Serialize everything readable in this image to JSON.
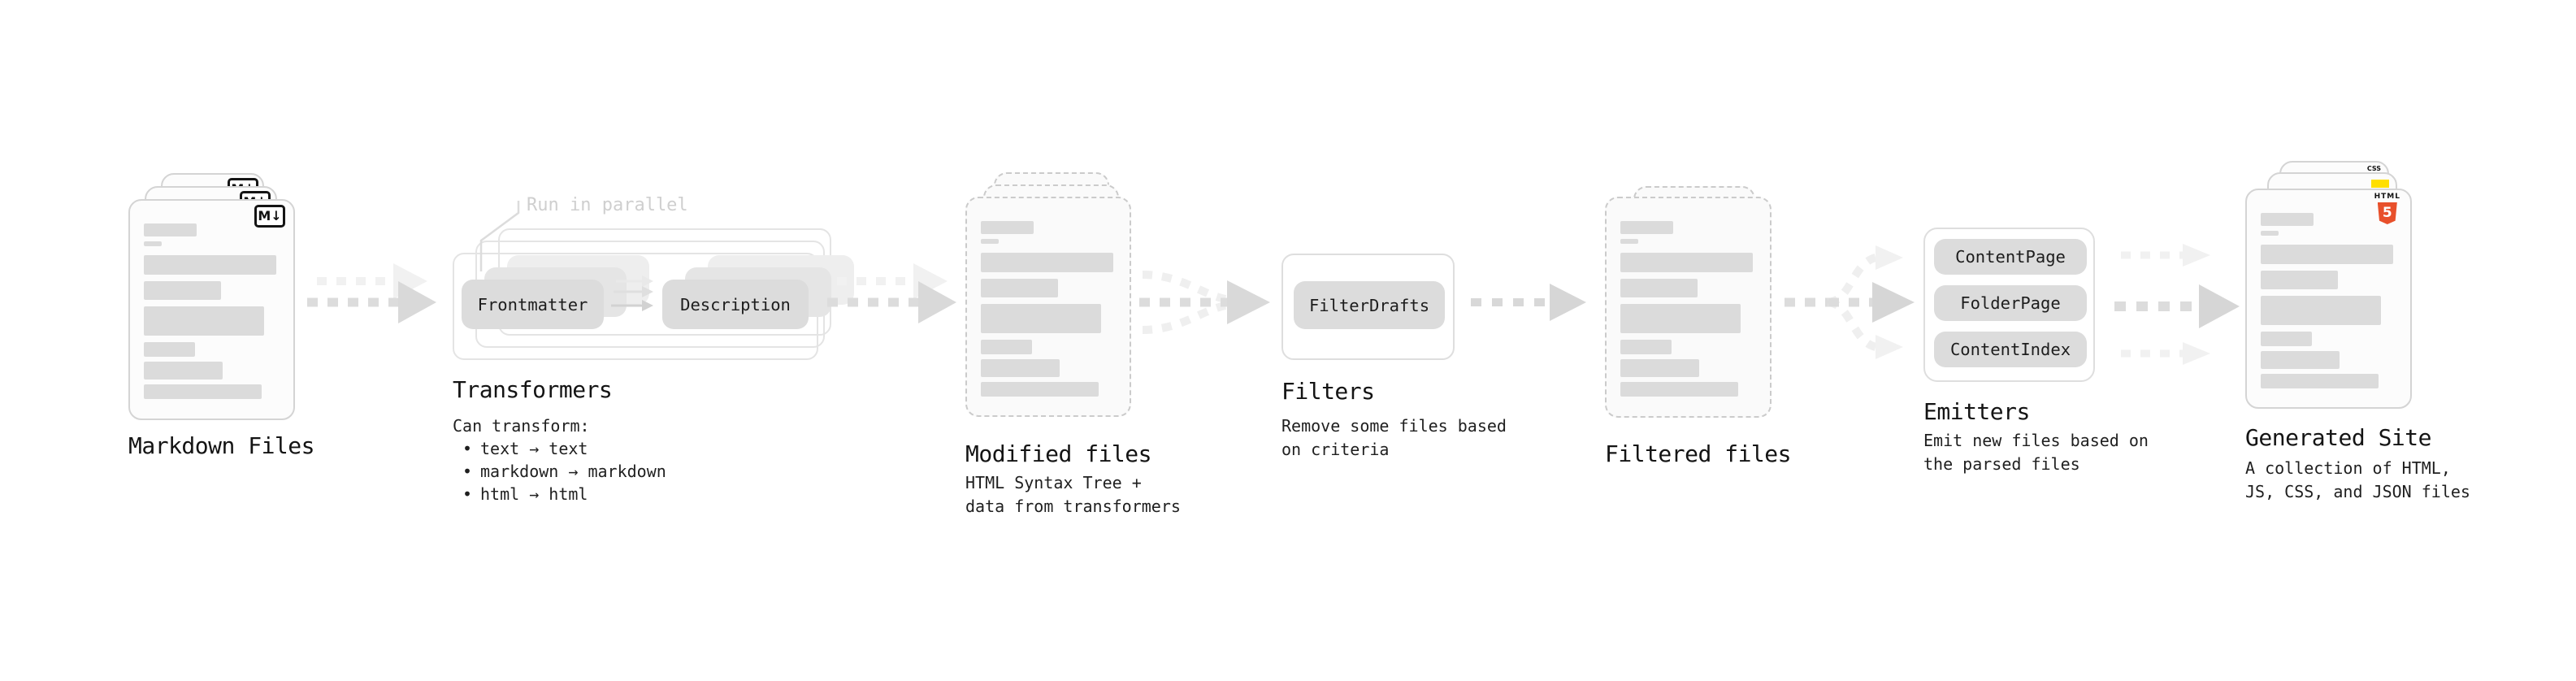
{
  "stages": {
    "markdown": {
      "label": "Markdown Files"
    },
    "transformers": {
      "label": "Transformers",
      "annotation": "Run in parallel",
      "description_intro": "Can transform:",
      "bullets": [
        "text → text",
        "markdown → markdown",
        "html → html"
      ],
      "pills": [
        "Frontmatter",
        "Description"
      ]
    },
    "modified": {
      "label": "Modified files",
      "description": "HTML Syntax Tree +\ndata from transformers"
    },
    "filters": {
      "label": "Filters",
      "description": "Remove some files based\non criteria",
      "pills": [
        "FilterDrafts"
      ]
    },
    "filtered": {
      "label": "Filtered files"
    },
    "emitters": {
      "label": "Emitters",
      "description": "Emit new files based on\nthe parsed files",
      "pills": [
        "ContentPage",
        "FolderPage",
        "ContentIndex"
      ]
    },
    "generated": {
      "label": "Generated Site",
      "description": "A collection of HTML,\nJS, CSS, and JSON files"
    }
  },
  "icons": {
    "markdown_badge": "M↓",
    "html5_wordmark": "HTML",
    "html5_number": "5",
    "css_badge": "CSS",
    "js_badge": "js-yellow-square"
  },
  "colors": {
    "html5_orange": "#e8502b",
    "css_blue": "#2f6bf2",
    "js_yellow": "#ffdf00",
    "card_border": "#d4d4d4",
    "placeholder_bar": "#dbdbdb",
    "pill_gray": "#dcdcdc",
    "arrow_gray": "#d9d9d9",
    "arrow_ghost": "#f1f1f1",
    "annotation_gray": "#cfcfcf"
  }
}
